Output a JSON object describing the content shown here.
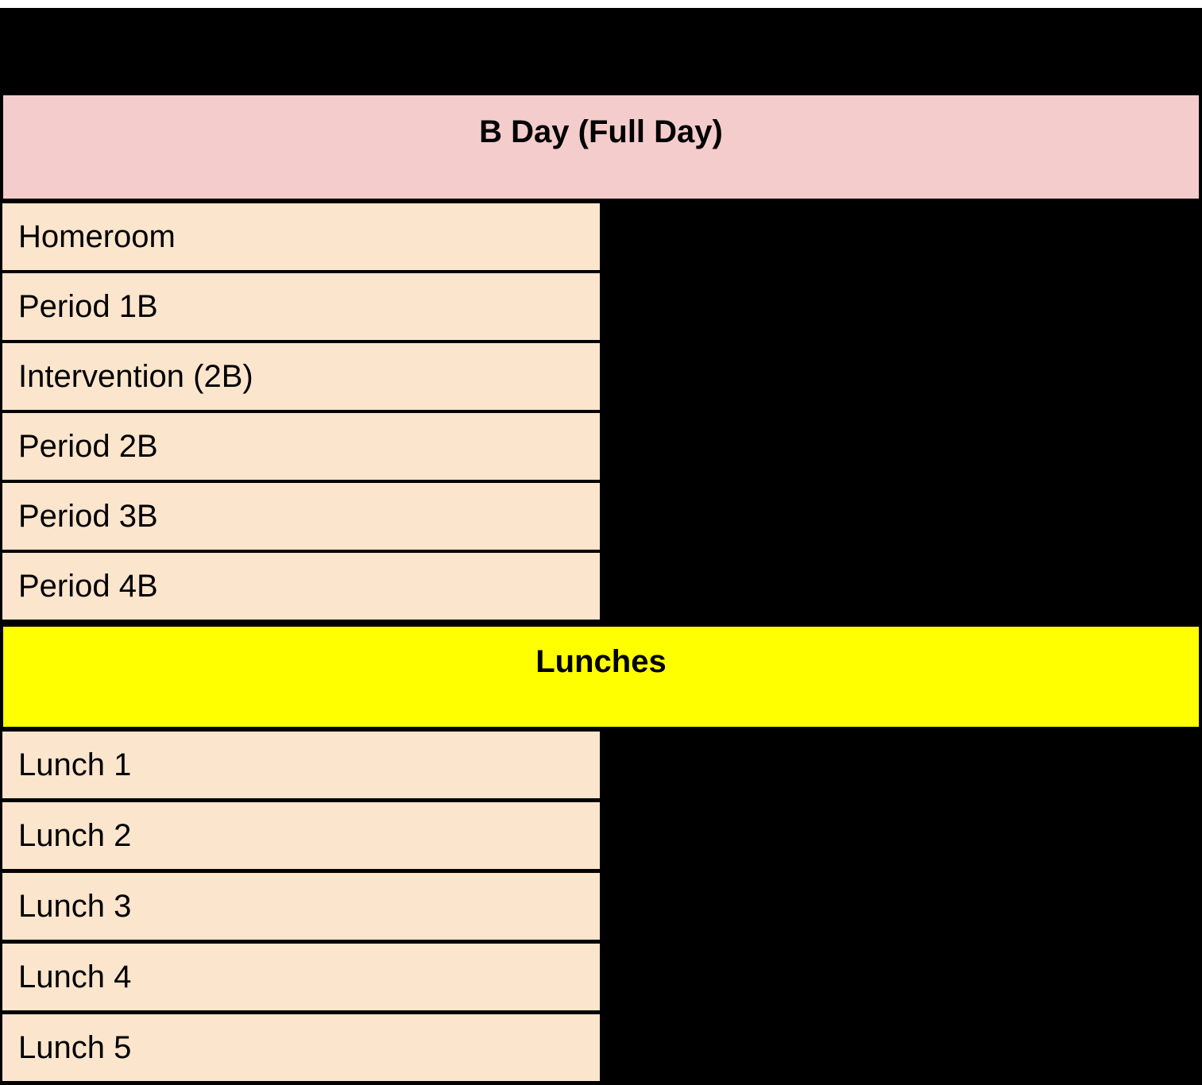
{
  "colors": {
    "page_bg": "#000000",
    "top_strip": "#ffffff",
    "day_header_bg": "#f4cccc",
    "lunch_header_bg": "#ffff00",
    "row_bg": "#fce5cd",
    "border": "#000000",
    "text": "#000000"
  },
  "schedule": {
    "day_header": "B Day (Full Day)",
    "periods": [
      "Homeroom",
      "Period 1B",
      "Intervention (2B)",
      "Period 2B",
      "Period 3B",
      "Period 4B"
    ],
    "lunch_header": "Lunches",
    "lunches": [
      "Lunch 1",
      "Lunch 2",
      "Lunch 3",
      "Lunch 4",
      "Lunch 5"
    ]
  }
}
